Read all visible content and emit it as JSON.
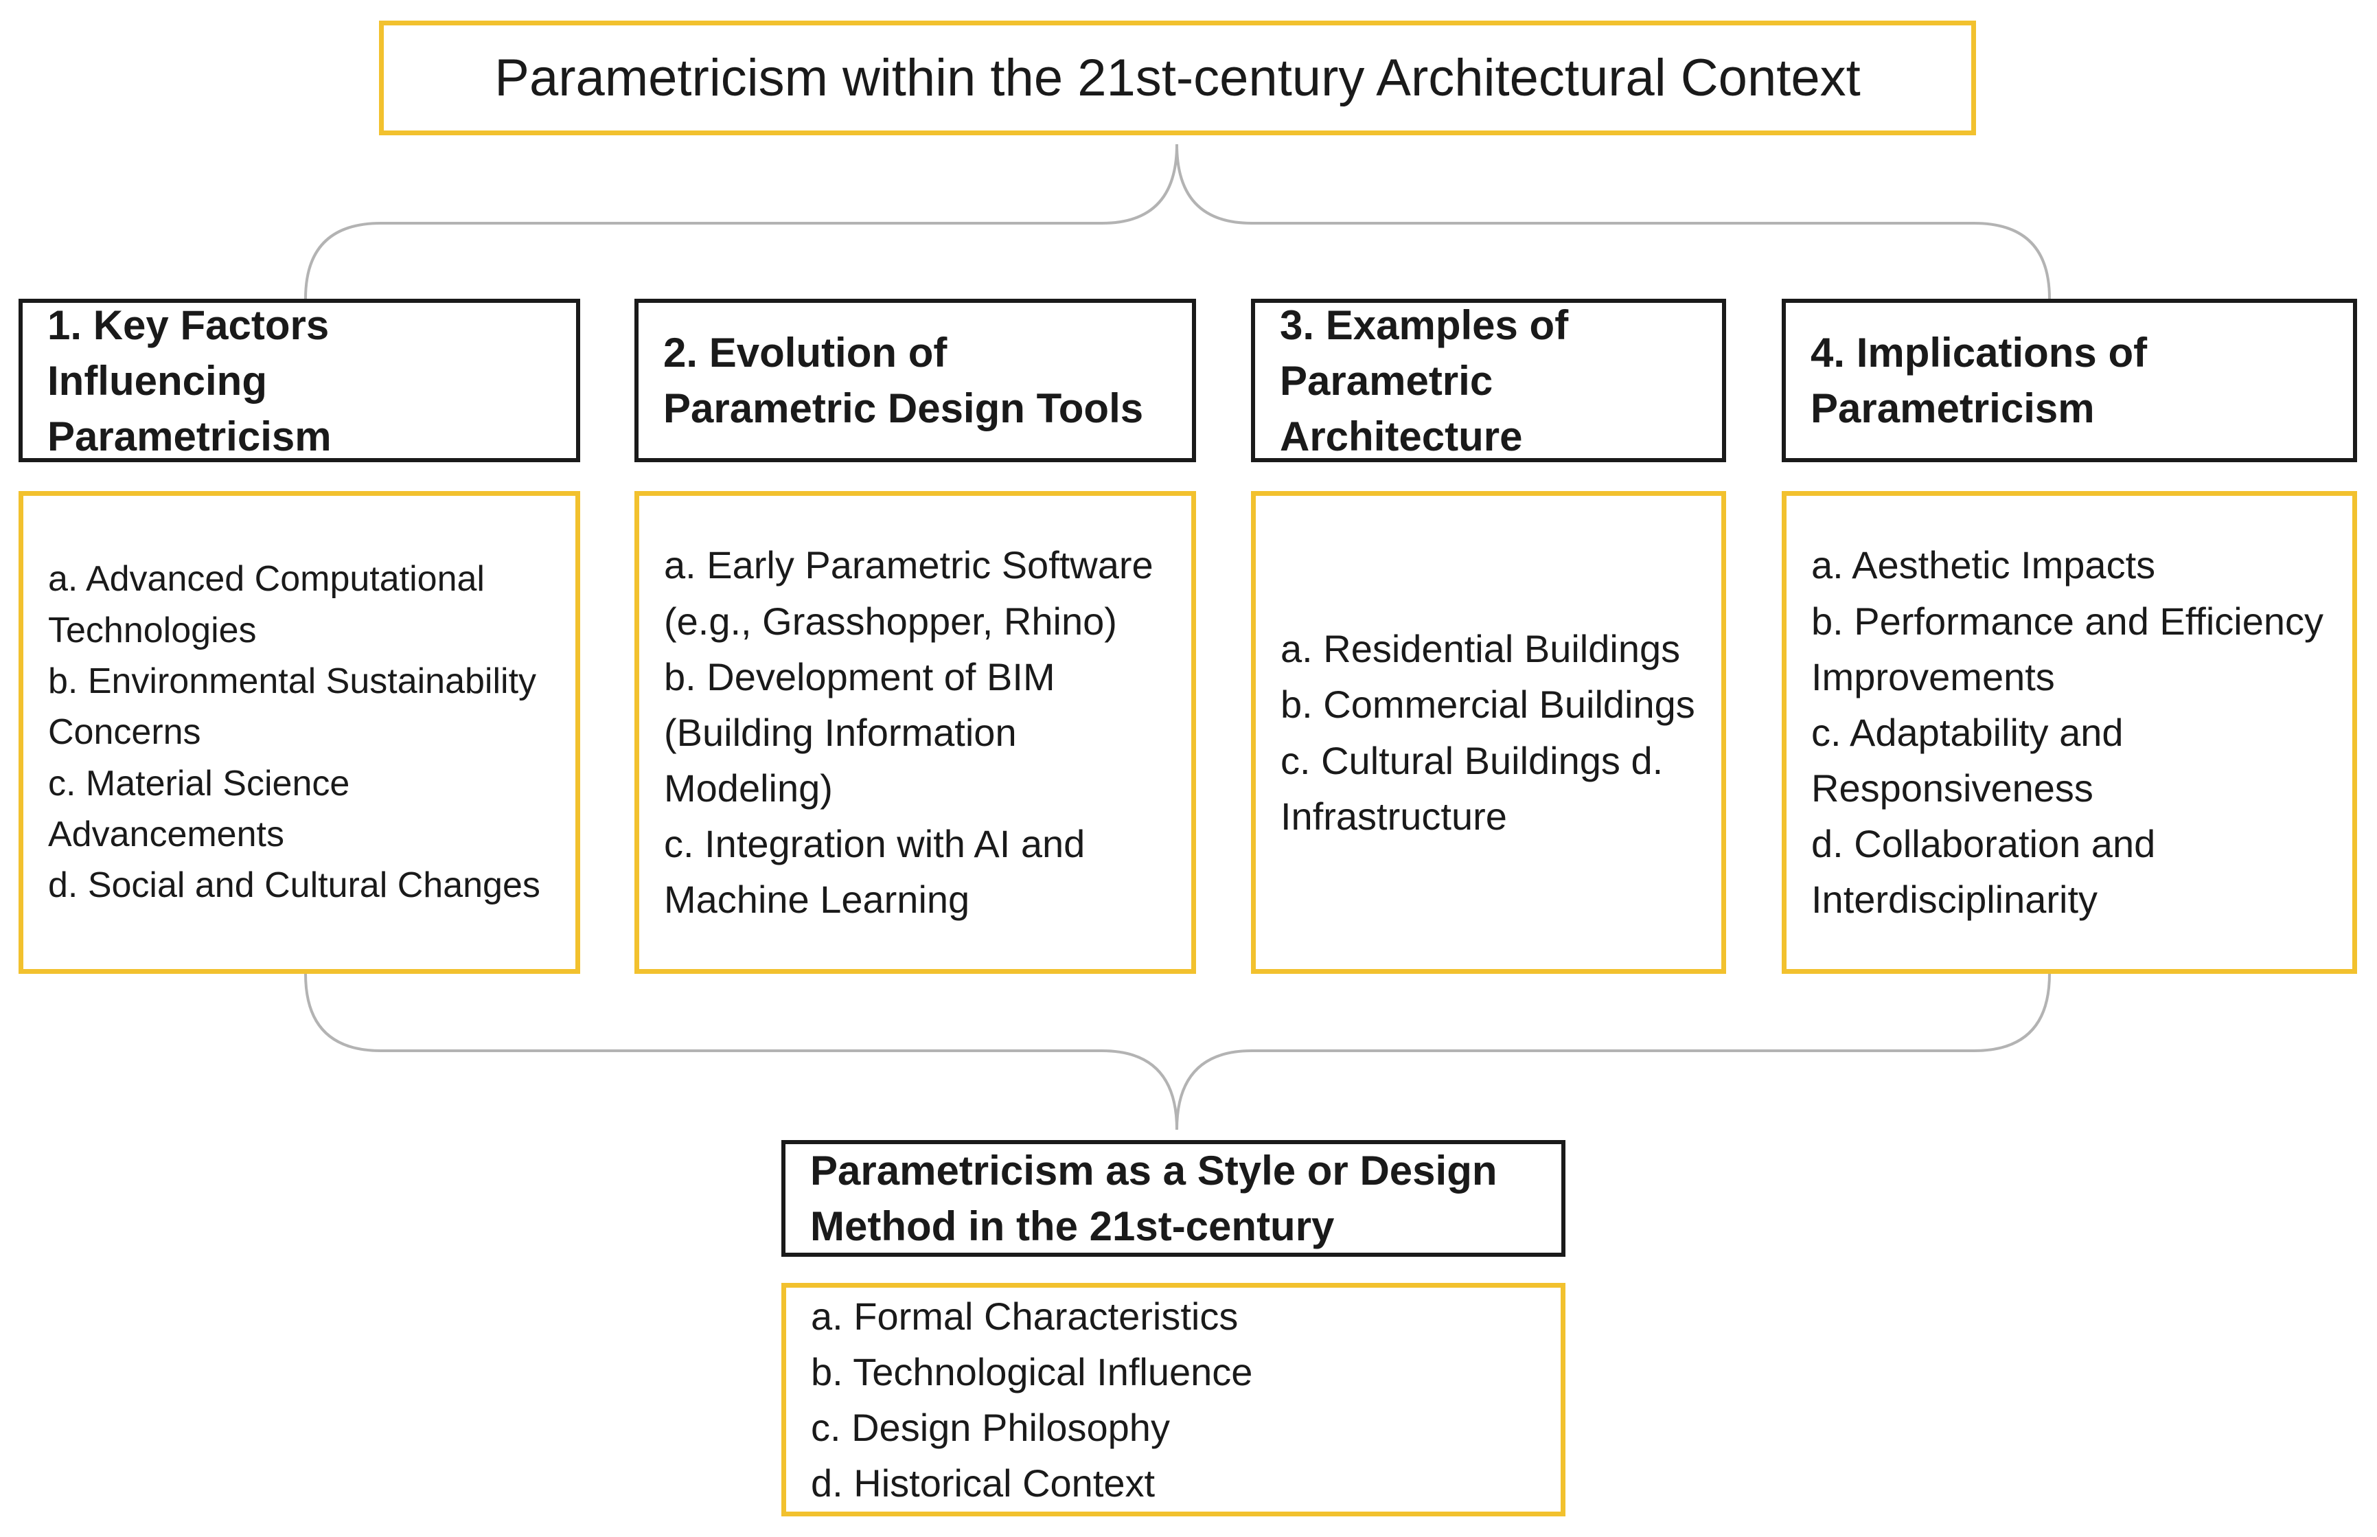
{
  "title": "Parametricism within the 21st-century Architectural Context",
  "colors": {
    "yellow_border": "#f2c12e",
    "black_border": "#1a1a1a",
    "connector": "#b3b3b3"
  },
  "columns": [
    {
      "heading": "1. Key Factors Influencing Parametricism",
      "items": [
        "a. Advanced Computational Technologies",
        "b. Environmental Sustainability Concerns",
        "c. Material Science Advancements",
        "d. Social and Cultural Changes"
      ]
    },
    {
      "heading": "2. Evolution of Parametric Design Tools",
      "items": [
        "a. Early Parametric Software (e.g., Grasshopper, Rhino)",
        "b. Development of BIM (Building Information Modeling)",
        "c. Integration with AI and Machine Learning"
      ]
    },
    {
      "heading": "3. Examples of Parametric Architecture",
      "items": [
        "a. Residential Buildings",
        "b. Commercial Buildings",
        "c. Cultural Buildings d. Infrastructure"
      ]
    },
    {
      "heading": "4. Implications of Parametricism",
      "items": [
        "a. Aesthetic Impacts",
        "b. Performance and Efficiency Improvements",
        "c. Adaptability and Responsiveness",
        "d. Collaboration and Interdisciplinarity"
      ]
    }
  ],
  "bottom": {
    "heading": "Parametricism as a Style or Design Method in the 21st-century",
    "items": [
      "a. Formal Characteristics",
      "b. Technological Influence",
      "c. Design Philosophy",
      "d. Historical Context"
    ]
  }
}
